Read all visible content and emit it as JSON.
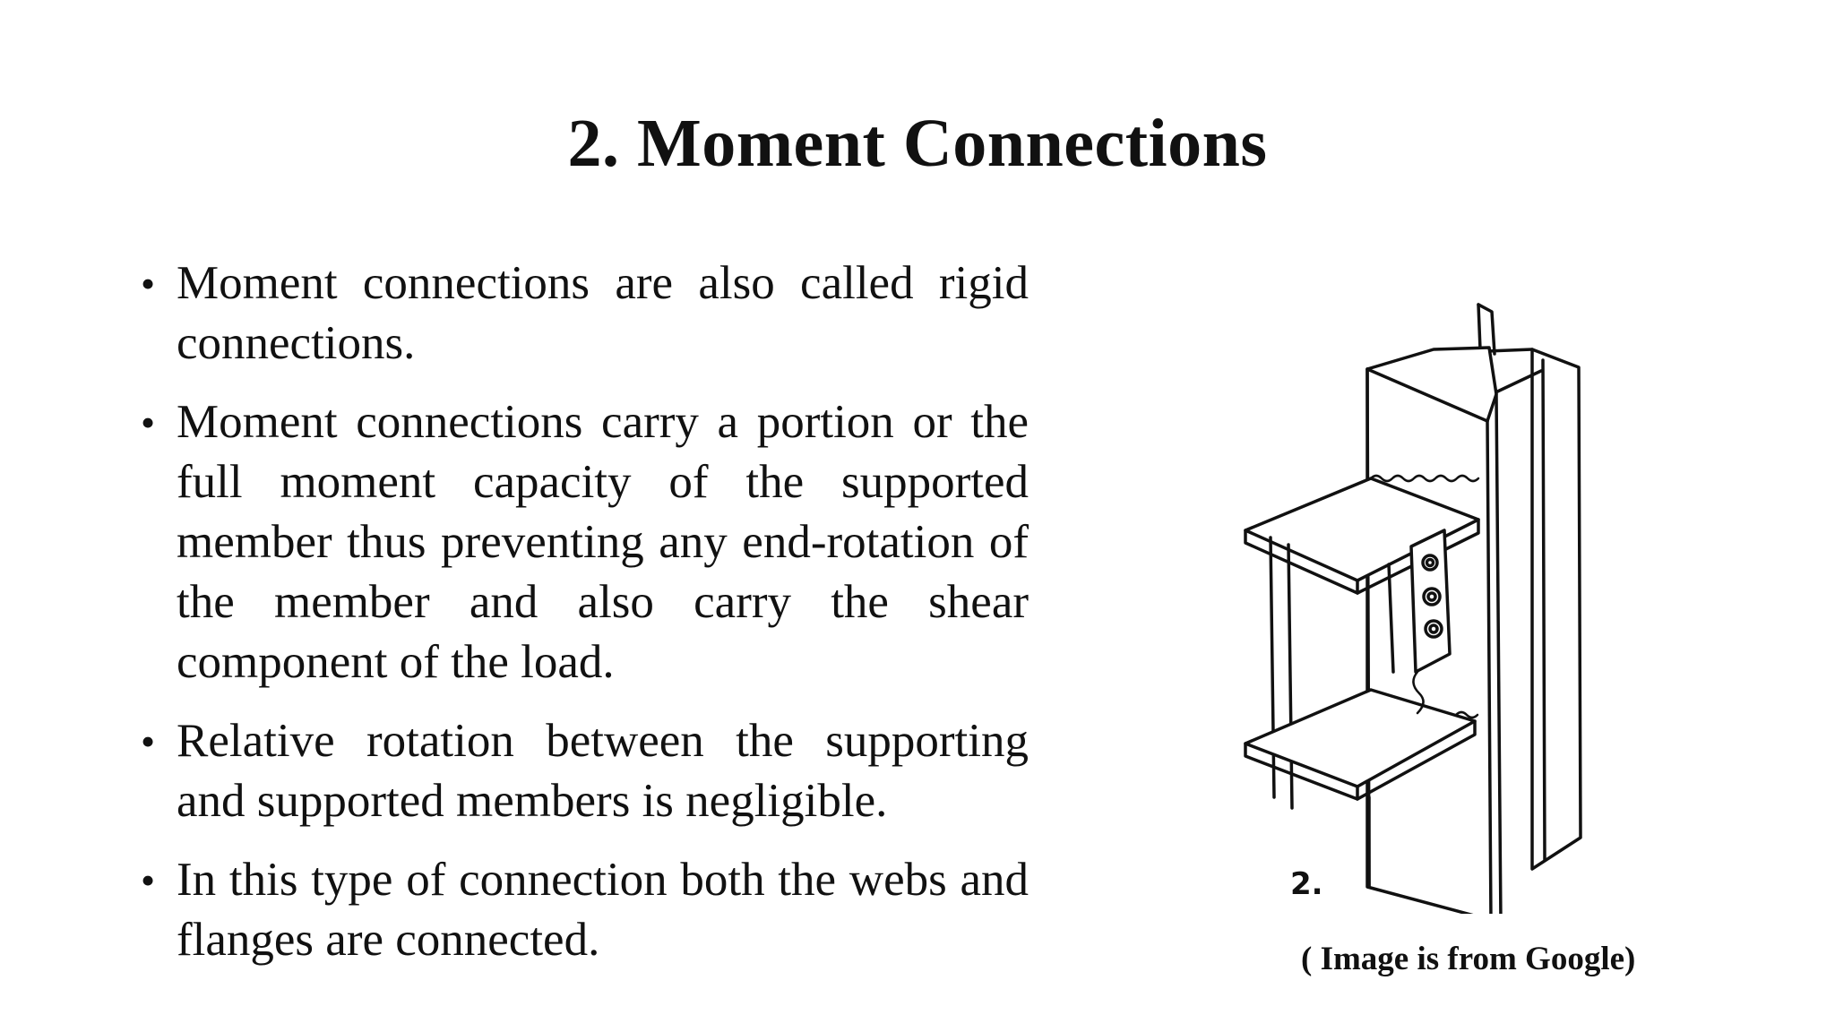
{
  "title": "2. Moment Connections",
  "bullets": [
    "Moment connections are also called rigid connections.",
    "Moment connections carry a portion or the full moment capacity of the supported member thus preventing any end-rotation of the member and also carry the shear component of the load.",
    "Relative rotation between the supporting and supported members is negligible.",
    "In this type of connection both the webs and flanges are connected."
  ],
  "figure": {
    "label": "2."
  },
  "caption": "( Image is from Google)"
}
